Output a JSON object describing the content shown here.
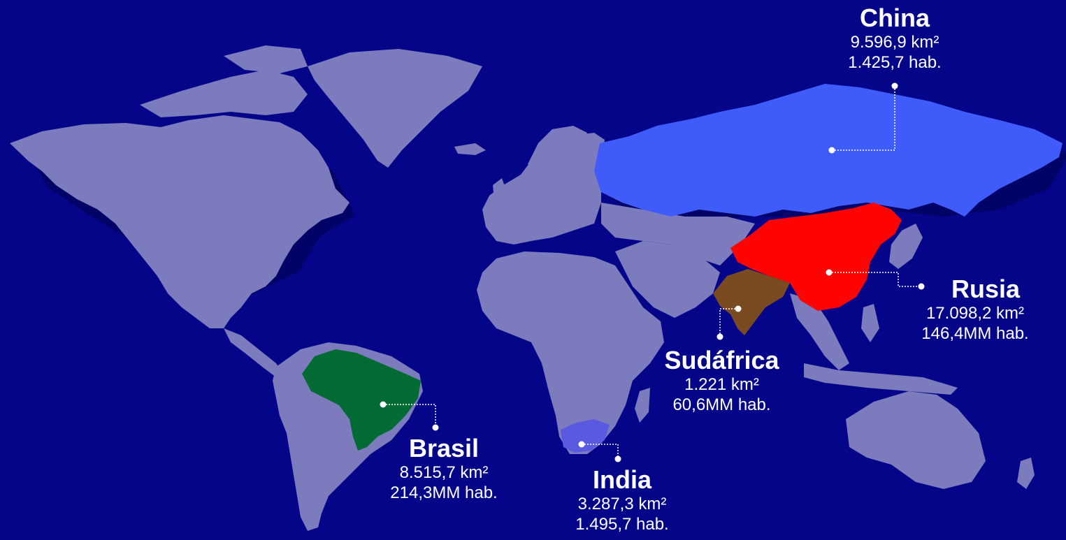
{
  "colors": {
    "ocean": "#05058a",
    "land": "#7b7bbd",
    "brasil": "#026a33",
    "rusia": "#3f5cfb",
    "china": "#fd0403",
    "india_region": "#7a4a20",
    "sudafrica_region": "#5a5ae0",
    "label_text": "#ffffff"
  },
  "labels": {
    "china": {
      "name": "China",
      "area": "9.596,9 km²",
      "population": "1.425,7 hab."
    },
    "rusia": {
      "name": "Rusia",
      "area": "17.098,2 km²",
      "population": "146,4MM hab."
    },
    "sudafrica": {
      "name": "Sudáfrica",
      "area": "1.221 km²",
      "population": "60,6MM hab."
    },
    "brasil": {
      "name": "Brasil",
      "area": "8.515,7 km²",
      "population": "214,3MM hab."
    },
    "india": {
      "name": "India",
      "area": "3.287,3 km²",
      "population": "1.495,7 hab."
    }
  }
}
